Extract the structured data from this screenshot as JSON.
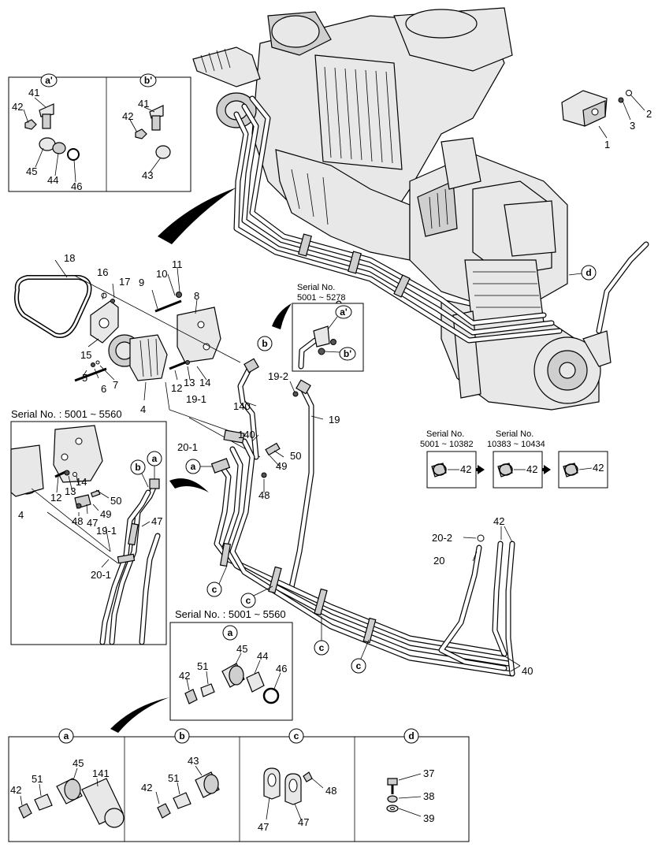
{
  "labels": {
    "p1": "1",
    "p2": "2",
    "p3": "3",
    "p4": "4",
    "p4b": "4",
    "p5": "5",
    "p6": "6",
    "p7": "7",
    "p8": "8",
    "p9": "9",
    "p10": "10",
    "p11": "11",
    "p12": "12",
    "p12b": "12",
    "p13": "13",
    "p13b": "13",
    "p14": "14",
    "p14b": "14",
    "p15": "15",
    "p16": "16",
    "p17": "17",
    "p18": "18",
    "p19": "19",
    "p19_1": "19-1",
    "p19_1b": "19-1",
    "p19_2": "19-2",
    "p20": "20",
    "p20_1": "20-1",
    "p20_1b": "20-1",
    "p20_2": "20-2",
    "p40": "40",
    "p42top": "42",
    "p42_1": "42",
    "p42_2": "42",
    "p42_3": "42",
    "p47": "47",
    "p47b": "47",
    "p48": "48",
    "p48b": "48",
    "p49": "49",
    "p49b": "49",
    "p50": "50",
    "p50b": "50",
    "p140": "140",
    "p140b": "140"
  },
  "serials": {
    "serial_5278": "Serial No.\n5001 ~ 5278",
    "serial_5560_left": "Serial No. : 5001 ~ 5560",
    "serial_5560_a": "Serial No. : 5001 ~ 5560",
    "serial_10382": "Serial No.\n5001 ~ 10382",
    "serial_10434": "Serial No.\n10383 ~ 10434"
  },
  "callouts": {
    "a": "a",
    "b": "b",
    "c": "c",
    "d": "d",
    "a_prime": "a'",
    "b_prime": "b'"
  },
  "detail_a_prime": {
    "header": "a'",
    "labels": [
      "41",
      "42",
      "45",
      "44",
      "46"
    ]
  },
  "detail_b_prime": {
    "header": "b'",
    "labels": [
      "41",
      "42",
      "43"
    ]
  },
  "detail_a_serial": {
    "header": "a",
    "labels": [
      "45",
      "44",
      "51",
      "42",
      "46"
    ]
  },
  "bottom_details": {
    "a": {
      "header": "a",
      "labels": [
        "45",
        "141",
        "51",
        "42"
      ]
    },
    "b": {
      "header": "b",
      "labels": [
        "43",
        "51",
        "42"
      ]
    },
    "c": {
      "header": "c",
      "labels": [
        "48",
        "47",
        "47"
      ]
    },
    "d": {
      "header": "d",
      "labels": [
        "37",
        "38",
        "39"
      ]
    }
  }
}
